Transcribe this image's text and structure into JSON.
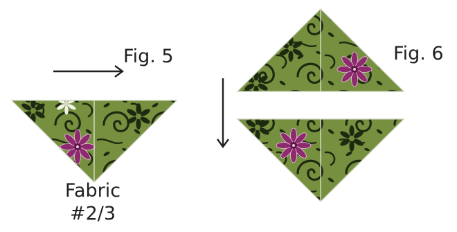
{
  "figures": {
    "fig5": {
      "label": "Fig. 5",
      "fabric_label": "Fabric",
      "fabric_number": "#2/3"
    },
    "fig6": {
      "label": "Fig. 6"
    }
  },
  "colors": {
    "fabric_base": "#6f8a3a",
    "fabric_light": "#8aa24f",
    "swirl": "#1e2a10",
    "flower_magenta": "#8e2a6e",
    "flower_white": "#f2f2ea",
    "seam": "#d8ddc8",
    "arrow": "#231f20",
    "text": "#231f20"
  },
  "icons": {
    "right_arrow": "right-arrow-icon",
    "down_arrow": "down-arrow-icon"
  }
}
